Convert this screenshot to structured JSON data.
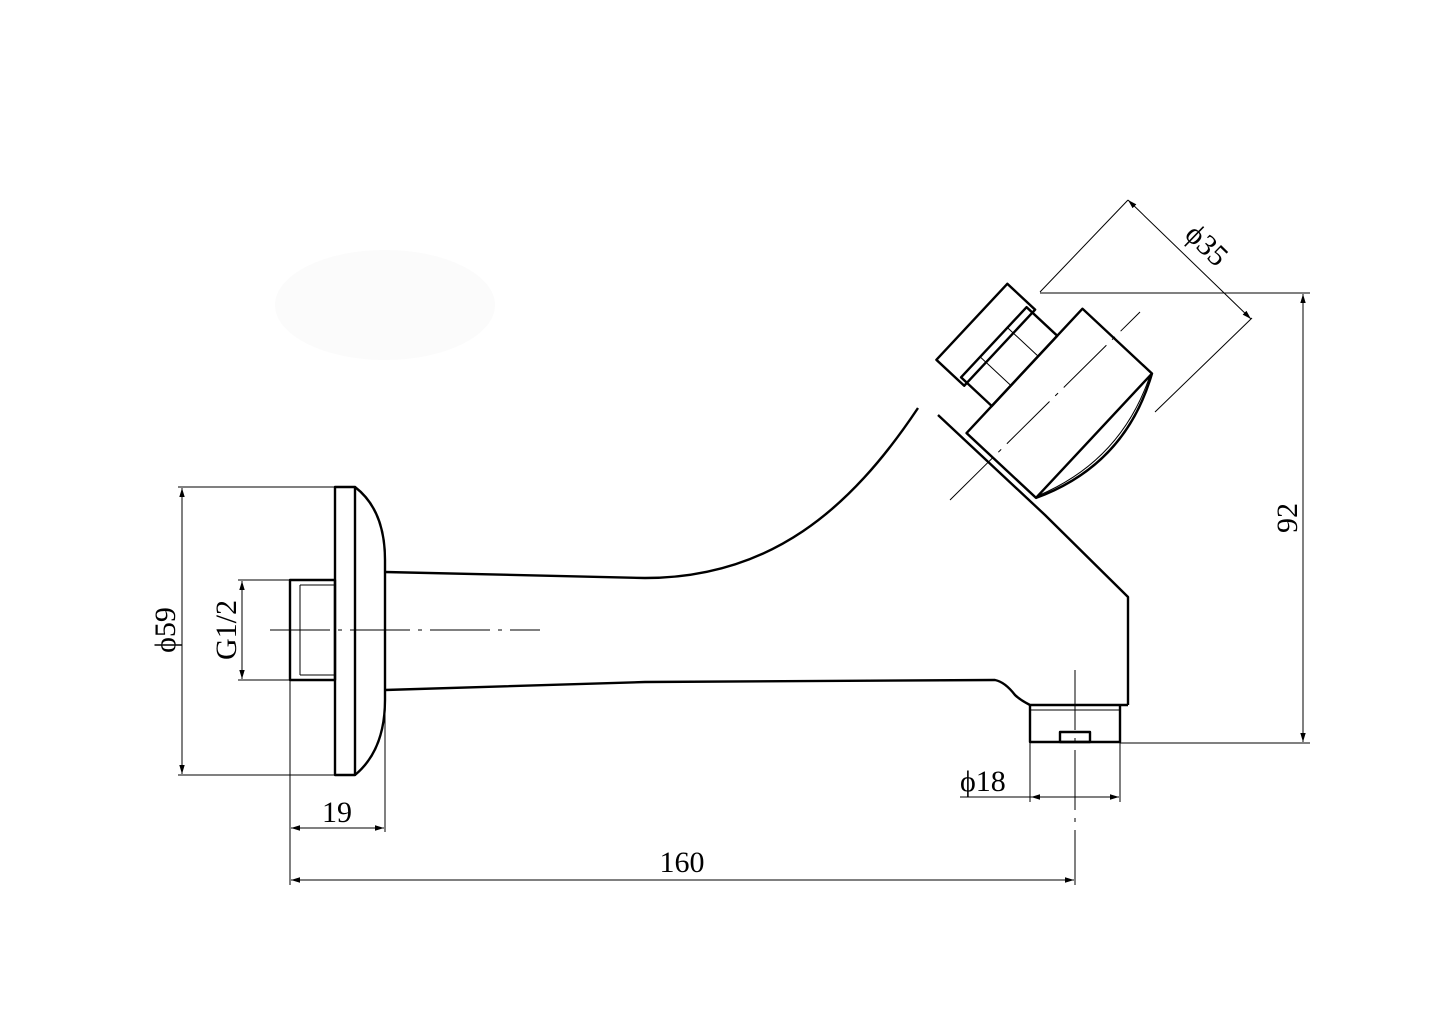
{
  "dimensions": {
    "flange_diameter": "ϕ59",
    "thread": "G1/2",
    "flange_offset": "19",
    "total_length": "160",
    "outlet_diameter": "ϕ18",
    "button_diameter": "ϕ35",
    "height": "92"
  }
}
